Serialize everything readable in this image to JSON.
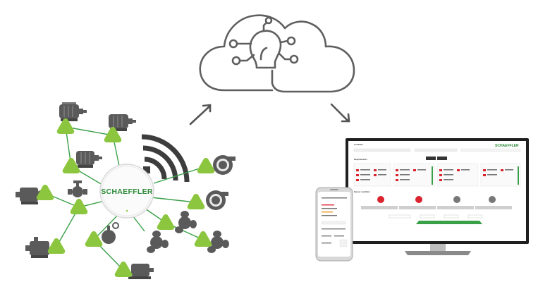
{
  "gateway": {
    "label": "SCHAEFFLER"
  },
  "dashboard": {
    "brand": "SCHAEFFLER",
    "header_title": "Condition",
    "panel_title": "Requirements",
    "section_title": "Sensor condition"
  },
  "colors": {
    "node_green": "#8cc63f",
    "node_green_dark": "#6ea82a",
    "line_green": "#3aa048",
    "machine_gray": "#5a5a5a",
    "cloud_stroke": "#5f5f5f",
    "alert_red": "#d9232d",
    "status_green": "#3aa048"
  },
  "icons": {
    "cloud": "cloud-lightbulb-icon",
    "wifi": "wifi-signal-icon",
    "arrow_up": "arrow-up-right-icon",
    "arrow_down": "arrow-down-right-icon",
    "sensor": "sensor-triangle-icon",
    "motor": "electric-motor-icon",
    "pump": "pump-icon",
    "fan": "fan-icon"
  }
}
